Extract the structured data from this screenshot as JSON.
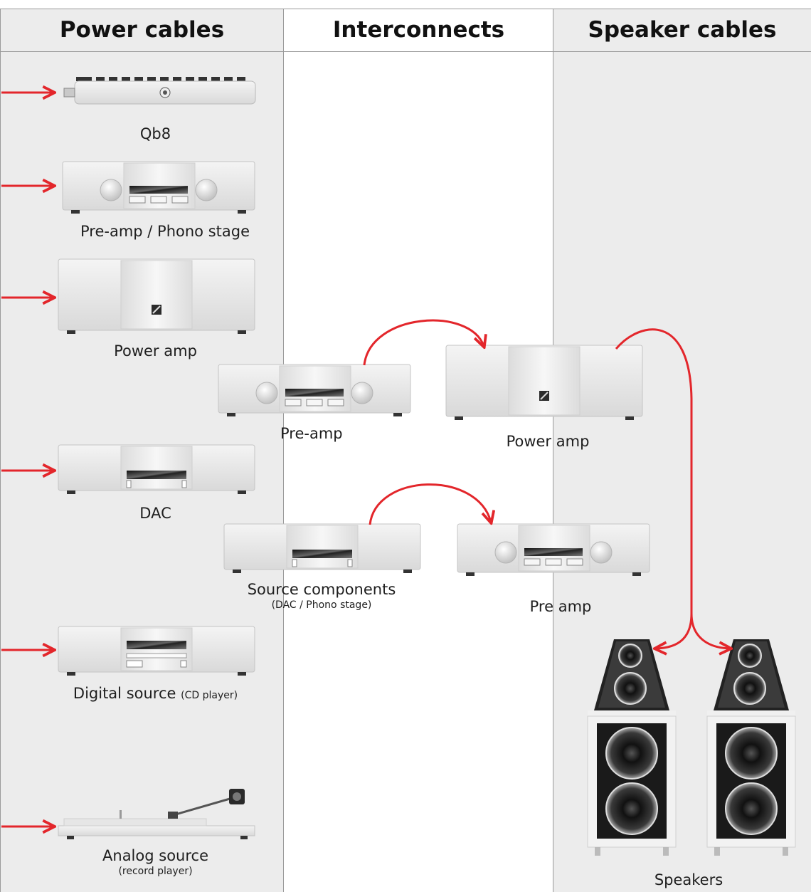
{
  "headers": {
    "power": "Power cables",
    "interconnects": "Interconnects",
    "speaker": "Speaker cables"
  },
  "labels": {
    "qb8": "Qb8",
    "preamp_phono": "Pre-amp / Phono stage",
    "power_amp_left": "Power amp",
    "preamp_mid": "Pre-amp",
    "power_amp_mid": "Power amp",
    "dac": "DAC",
    "source_components": "Source components",
    "source_components_sub": "(DAC / Phono stage)",
    "pre_amp_mid2": "Pre amp",
    "digital_source": "Digital source",
    "digital_source_sub": "(CD player)",
    "analog_source": "Analog source",
    "analog_source_sub": "(record player)",
    "speakers": "Speakers"
  },
  "colors": {
    "arrow": "#e3262b",
    "panel": "#ececec",
    "device_body": "#e9e9e9",
    "speaker_cabinet": "#f2f2f2"
  }
}
